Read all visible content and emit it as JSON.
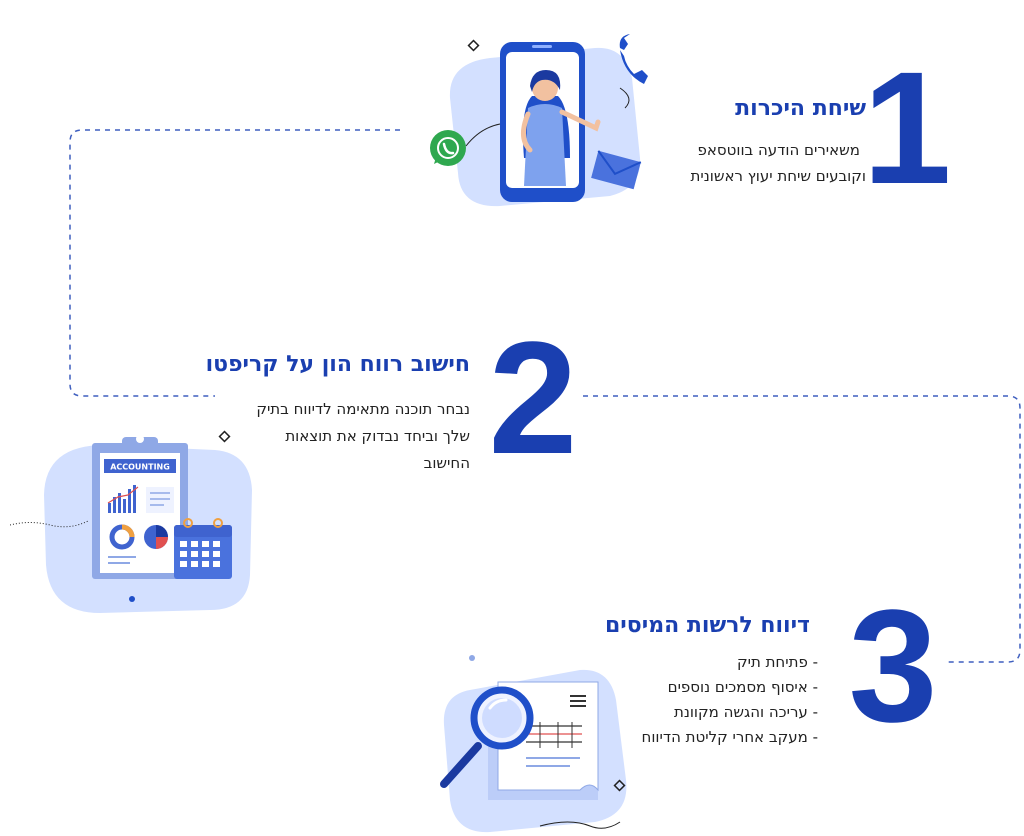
{
  "steps": [
    {
      "number": "1",
      "title": "שיחת היכרות",
      "lines": [
        "משאירים הודעה בווטסאפ",
        "וקובעים שיחת יעוץ ראשונית"
      ]
    },
    {
      "number": "2",
      "title": "חישוב רווח הון על קריפטו",
      "lines": [
        "נבחר תוכנה מתאימה לדיווח בתיק",
        "שלך וביחד נבדוק את תוצאות",
        "החישוב"
      ]
    },
    {
      "number": "3",
      "title": "דיווח לרשות המיסים",
      "items": [
        "- פתיחת תיק",
        "- איסוף מסמכים נוספים",
        "- עריכה והגשה מקוונת",
        "- מעקב אחרי קליטת הדיווח"
      ]
    }
  ],
  "illustrations": {
    "step1": "phone-support-agent",
    "step2": "accounting-clipboard",
    "step3": "magnifier-document",
    "clipboard_label": "ACCOUNTING"
  },
  "colors": {
    "accent": "#1a3fb0",
    "light_blue": "#c9d9ff",
    "mid_blue": "#3f63cf",
    "whatsapp": "#2fa84f"
  }
}
